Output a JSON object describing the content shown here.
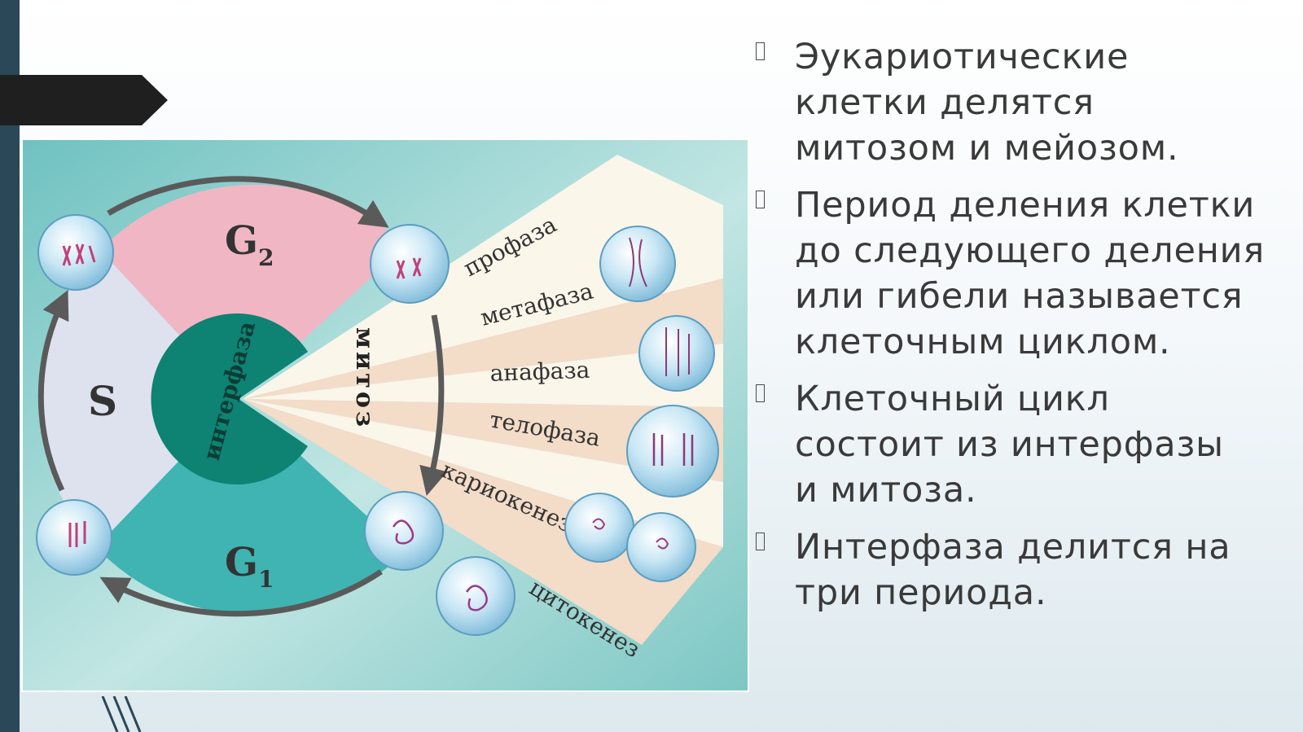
{
  "bullets": [
    {
      "text": "Эукариотические\nклетки делятся\nмитозом и мейозом."
    },
    {
      "text": "Период деления клетки\nдо следующего деления\nили гибели называется\nклеточным циклом."
    },
    {
      "text": "Клеточный цикл\nсостоит из интерфазы\nи митоза."
    },
    {
      "text": "Интерфаза делится на\nтри периода."
    }
  ],
  "diagram": {
    "phases": {
      "g2_main": "G",
      "g2_sub": "2",
      "s": "S",
      "g1_main": "G",
      "g1_sub": "1"
    },
    "interphase_label": "интерфаза",
    "mitosis_label": "митоз",
    "stages": [
      "профаза",
      "метафаза",
      "анафаза",
      "телофаза",
      "кариокенез",
      "цитокенез"
    ]
  },
  "colors": {
    "sidebar": "#2a4857",
    "g2": "#f1b6c4",
    "s": "#dde2ee",
    "g1": "#3fb4b2",
    "interphase": "#0e8273",
    "text": "#3a3a3a"
  }
}
